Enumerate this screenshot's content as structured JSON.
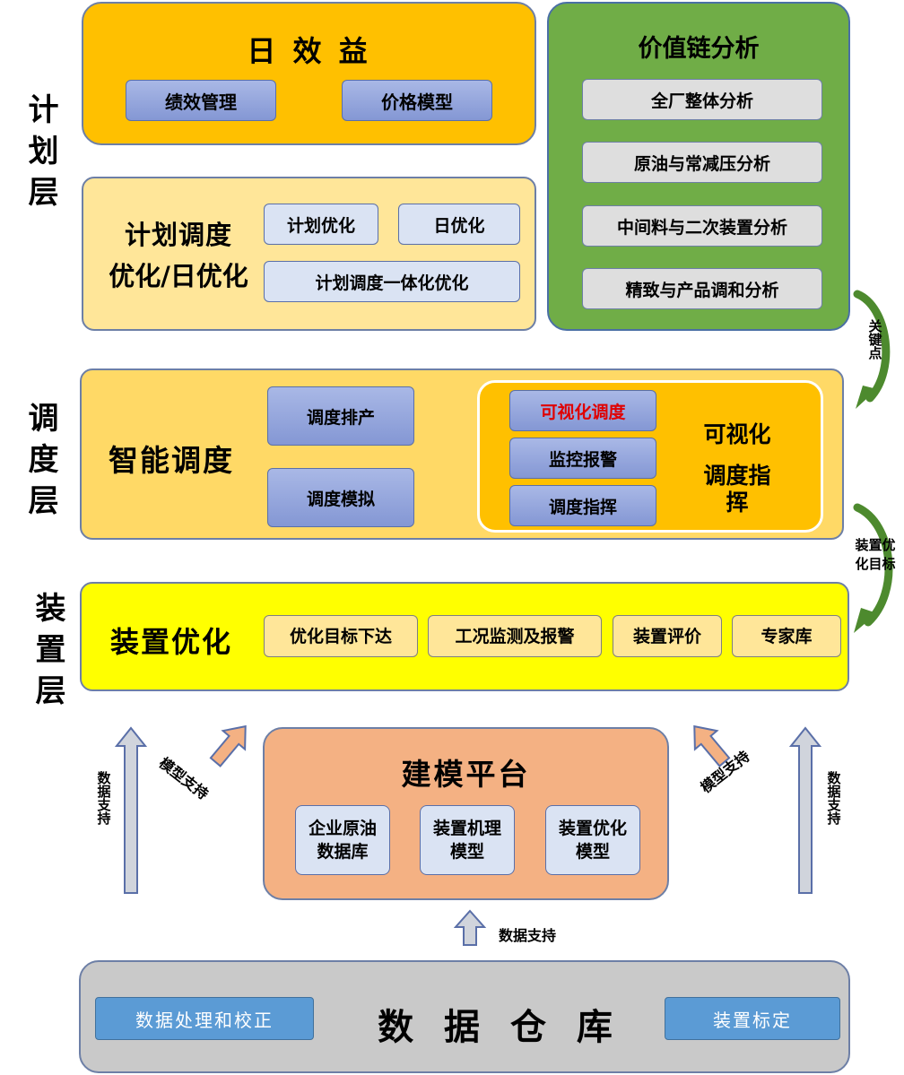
{
  "layers": {
    "plan": "计划层",
    "dispatch": "调度层",
    "device": "装置层"
  },
  "benefit": {
    "title": "日 效 益",
    "items": [
      "绩效管理",
      "价格模型"
    ]
  },
  "plan_schedule": {
    "title_line1": "计划调度",
    "title_line2": "优化/日优化",
    "items": [
      "计划优化",
      "日优化",
      "计划调度一体化优化"
    ]
  },
  "value_chain": {
    "title": "价值链分析",
    "items": [
      "全厂整体分析",
      "原油与常减压分析",
      "中间料与二次装置分析",
      "精致与产品调和分析"
    ]
  },
  "side_arrows": {
    "key_points": "关键点",
    "device_target": "装置优化目标"
  },
  "smart_dispatch": {
    "title": "智能调度",
    "items": [
      "调度排产",
      "调度模拟"
    ],
    "visual": {
      "items": [
        "可视化调度",
        "监控报警",
        "调度指挥"
      ],
      "title_line1": "可视化",
      "title_line2": "调度指",
      "title_line3": "挥",
      "highlight_color": "#e00000"
    }
  },
  "device_opt": {
    "title": "装置优化",
    "items": [
      "优化目标下达",
      "工况监测及报警",
      "装置评价",
      "专家库"
    ]
  },
  "modeling": {
    "title": "建模平台",
    "items": [
      "企业原油数据库",
      "装置机理模型",
      "装置优化模型"
    ],
    "support_label": "模型支持"
  },
  "data_support": "数据支持",
  "warehouse": {
    "title": "数 据 仓 库",
    "left_item": "数据处理和校正",
    "right_item": "装置标定"
  },
  "colors": {
    "orange": "#ffc000",
    "green": "#70ad47",
    "yellow": "#ffff00",
    "salmon": "#f4b183",
    "steel_blue": "#5b9bd5"
  }
}
